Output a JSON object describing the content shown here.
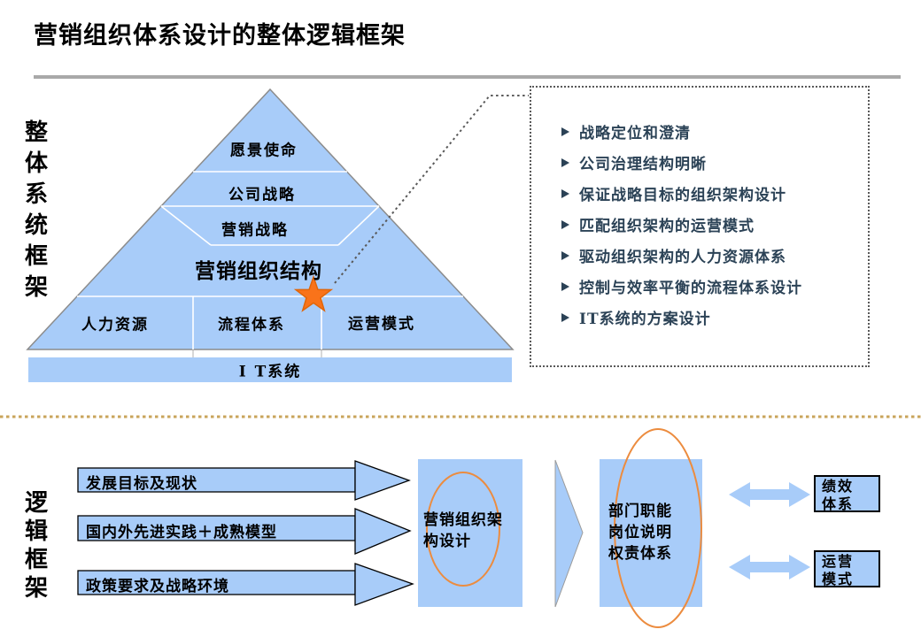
{
  "title": "营销组织体系设计的整体逻辑框架",
  "top_section": {
    "side_label": "整体系统框架",
    "pyramid": {
      "layers": [
        "愿景使命",
        "公司战略",
        "营销战略"
      ],
      "core_label": "营销组织结构",
      "cells": [
        "人力资源",
        "流程体系",
        "运营模式"
      ],
      "base_bar": "I T系统"
    },
    "callout": {
      "items": [
        "战略定位和澄清",
        "公司治理结构明晰",
        "保证战略目标的组织架构设计",
        "匹配组织架构的运营模式",
        "驱动组织架构的人力资源体系",
        "控制与效率平衡的流程体系设计",
        "IT系统的方案设计"
      ]
    }
  },
  "bottom_section": {
    "side_label": "逻辑框架",
    "inputs": [
      "发展目标及现状",
      "国内外先进实践＋成熟模型",
      "政策要求及战略环境"
    ],
    "stage1_lines": [
      "营销组织架",
      "构设计"
    ],
    "stage2_lines": [
      "部门职能",
      "岗位说明",
      "权责体系"
    ],
    "outputs": [
      {
        "lines": [
          "绩效",
          "体系"
        ]
      },
      {
        "lines": [
          "运营",
          "模式"
        ]
      }
    ]
  },
  "colors": {
    "shape_fill_blue": "#A8CCF9",
    "shape_stroke_gray": "#8C8C8C",
    "star_orange": "#F9731A",
    "ellipse_orange": "#EC8C3F",
    "divider_gold": "#C9A45B",
    "callout_text_navy": "#2B4256",
    "title_rule_gray": "#A9A9A9"
  }
}
